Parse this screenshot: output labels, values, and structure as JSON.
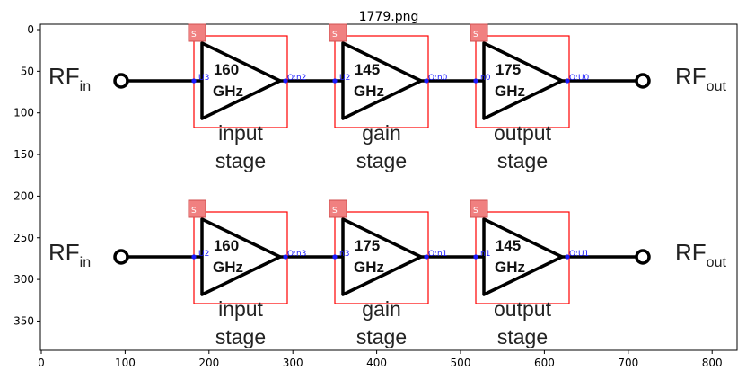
{
  "title": "1779.png",
  "x_ticks": [
    "0",
    "100",
    "200",
    "300",
    "400",
    "500",
    "600",
    "700",
    "800"
  ],
  "y_ticks": [
    "0",
    "50",
    "100",
    "150",
    "200",
    "250",
    "300",
    "350"
  ],
  "rows": [
    {
      "rf_in": "RF",
      "rf_in_sub": "in",
      "rf_out": "RF",
      "rf_out_sub": "out",
      "stages": [
        {
          "freq": "160",
          "unit": "GHz",
          "word1": "input",
          "word2": "stage",
          "s_label": "S",
          "in_pin": "U3",
          "out_pin": "O:n2"
        },
        {
          "freq": "145",
          "unit": "GHz",
          "word1": "gain",
          "word2": "stage",
          "s_label": "S",
          "in_pin": "U2",
          "out_pin": "O:n0"
        },
        {
          "freq": "175",
          "unit": "GHz",
          "word1": "output",
          "word2": "stage",
          "s_label": "S",
          "in_pin": "n0",
          "out_pin": "O:U0"
        }
      ]
    },
    {
      "rf_in": "RF",
      "rf_in_sub": "in",
      "rf_out": "RF",
      "rf_out_sub": "out",
      "stages": [
        {
          "freq": "160",
          "unit": "GHz",
          "word1": "input",
          "word2": "stage",
          "s_label": "S",
          "in_pin": "U2",
          "out_pin": "O:n3"
        },
        {
          "freq": "175",
          "unit": "GHz",
          "word1": "gain",
          "word2": "stage",
          "s_label": "S",
          "in_pin": "n3",
          "out_pin": "O:n1"
        },
        {
          "freq": "145",
          "unit": "GHz",
          "word1": "output",
          "word2": "stage",
          "s_label": "S",
          "in_pin": "n1",
          "out_pin": "O:U1"
        }
      ]
    }
  ],
  "colors": {
    "box": "#ff0000",
    "pin": "#1a1aff",
    "s_fill": "#f08080",
    "s_edge": "#d05050",
    "wire": "#000000"
  }
}
